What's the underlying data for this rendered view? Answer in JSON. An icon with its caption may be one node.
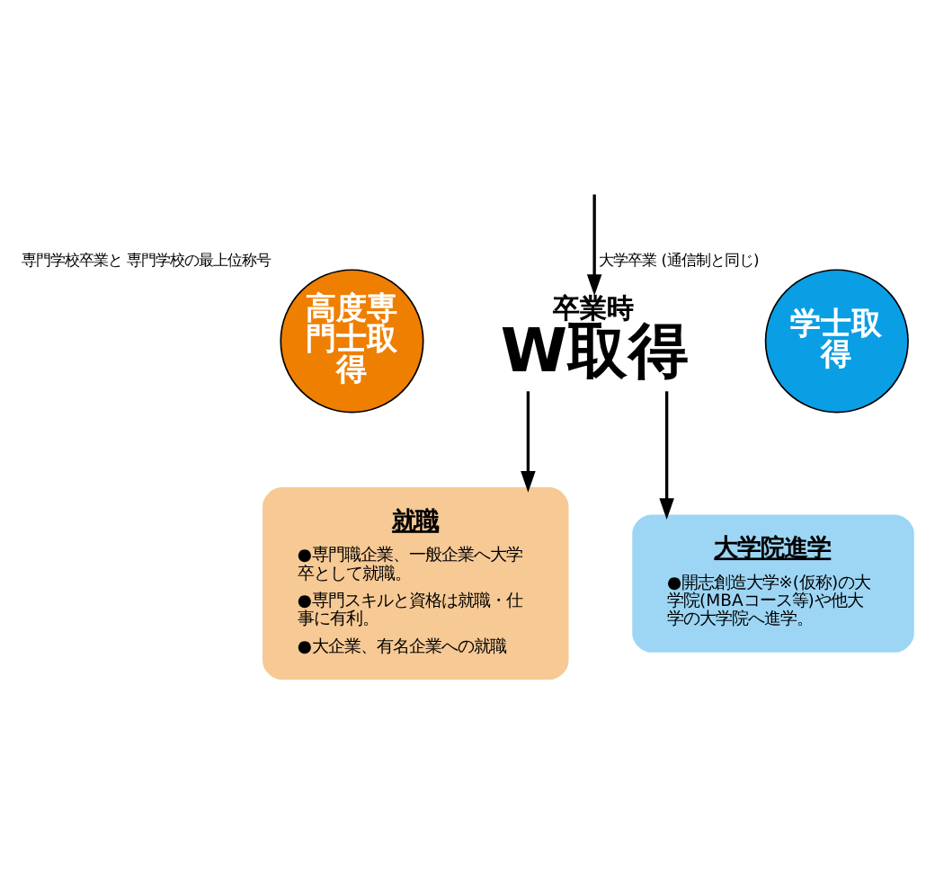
{
  "diagram": {
    "nodes": [
      {
        "text": [
          "高度専門士取得"
        ],
        "beside": [
          "専門学校卒業と 専門学校の最上位称号"
        ]
      },
      {
        "text": [
          "卒業時",
          "W取得"
        ]
      },
      {
        "text": [
          "学士取得"
        ],
        "beside": [
          "大学卒業 (通信制と同じ)"
        ]
      },
      {
        "text": [
          "就職",
          "●専門職企業、一般企業へ大学卒として就職。",
          "●専門スキルと資格は就職・仕事に有利。",
          "●大企業、有名企業への就職"
        ]
      },
      {
        "text": [
          "大学院進学",
          "●開志創造大学※(仮称)の大学院(MBAコース等)や他大学の大学院へ進学。"
        ]
      }
    ],
    "edges": [
      {
        "from": null,
        "to": 1,
        "arrow": "to"
      },
      {
        "from": 1,
        "to": 3,
        "arrow": "to"
      },
      {
        "from": 1,
        "to": 4,
        "arrow": "to"
      }
    ]
  }
}
